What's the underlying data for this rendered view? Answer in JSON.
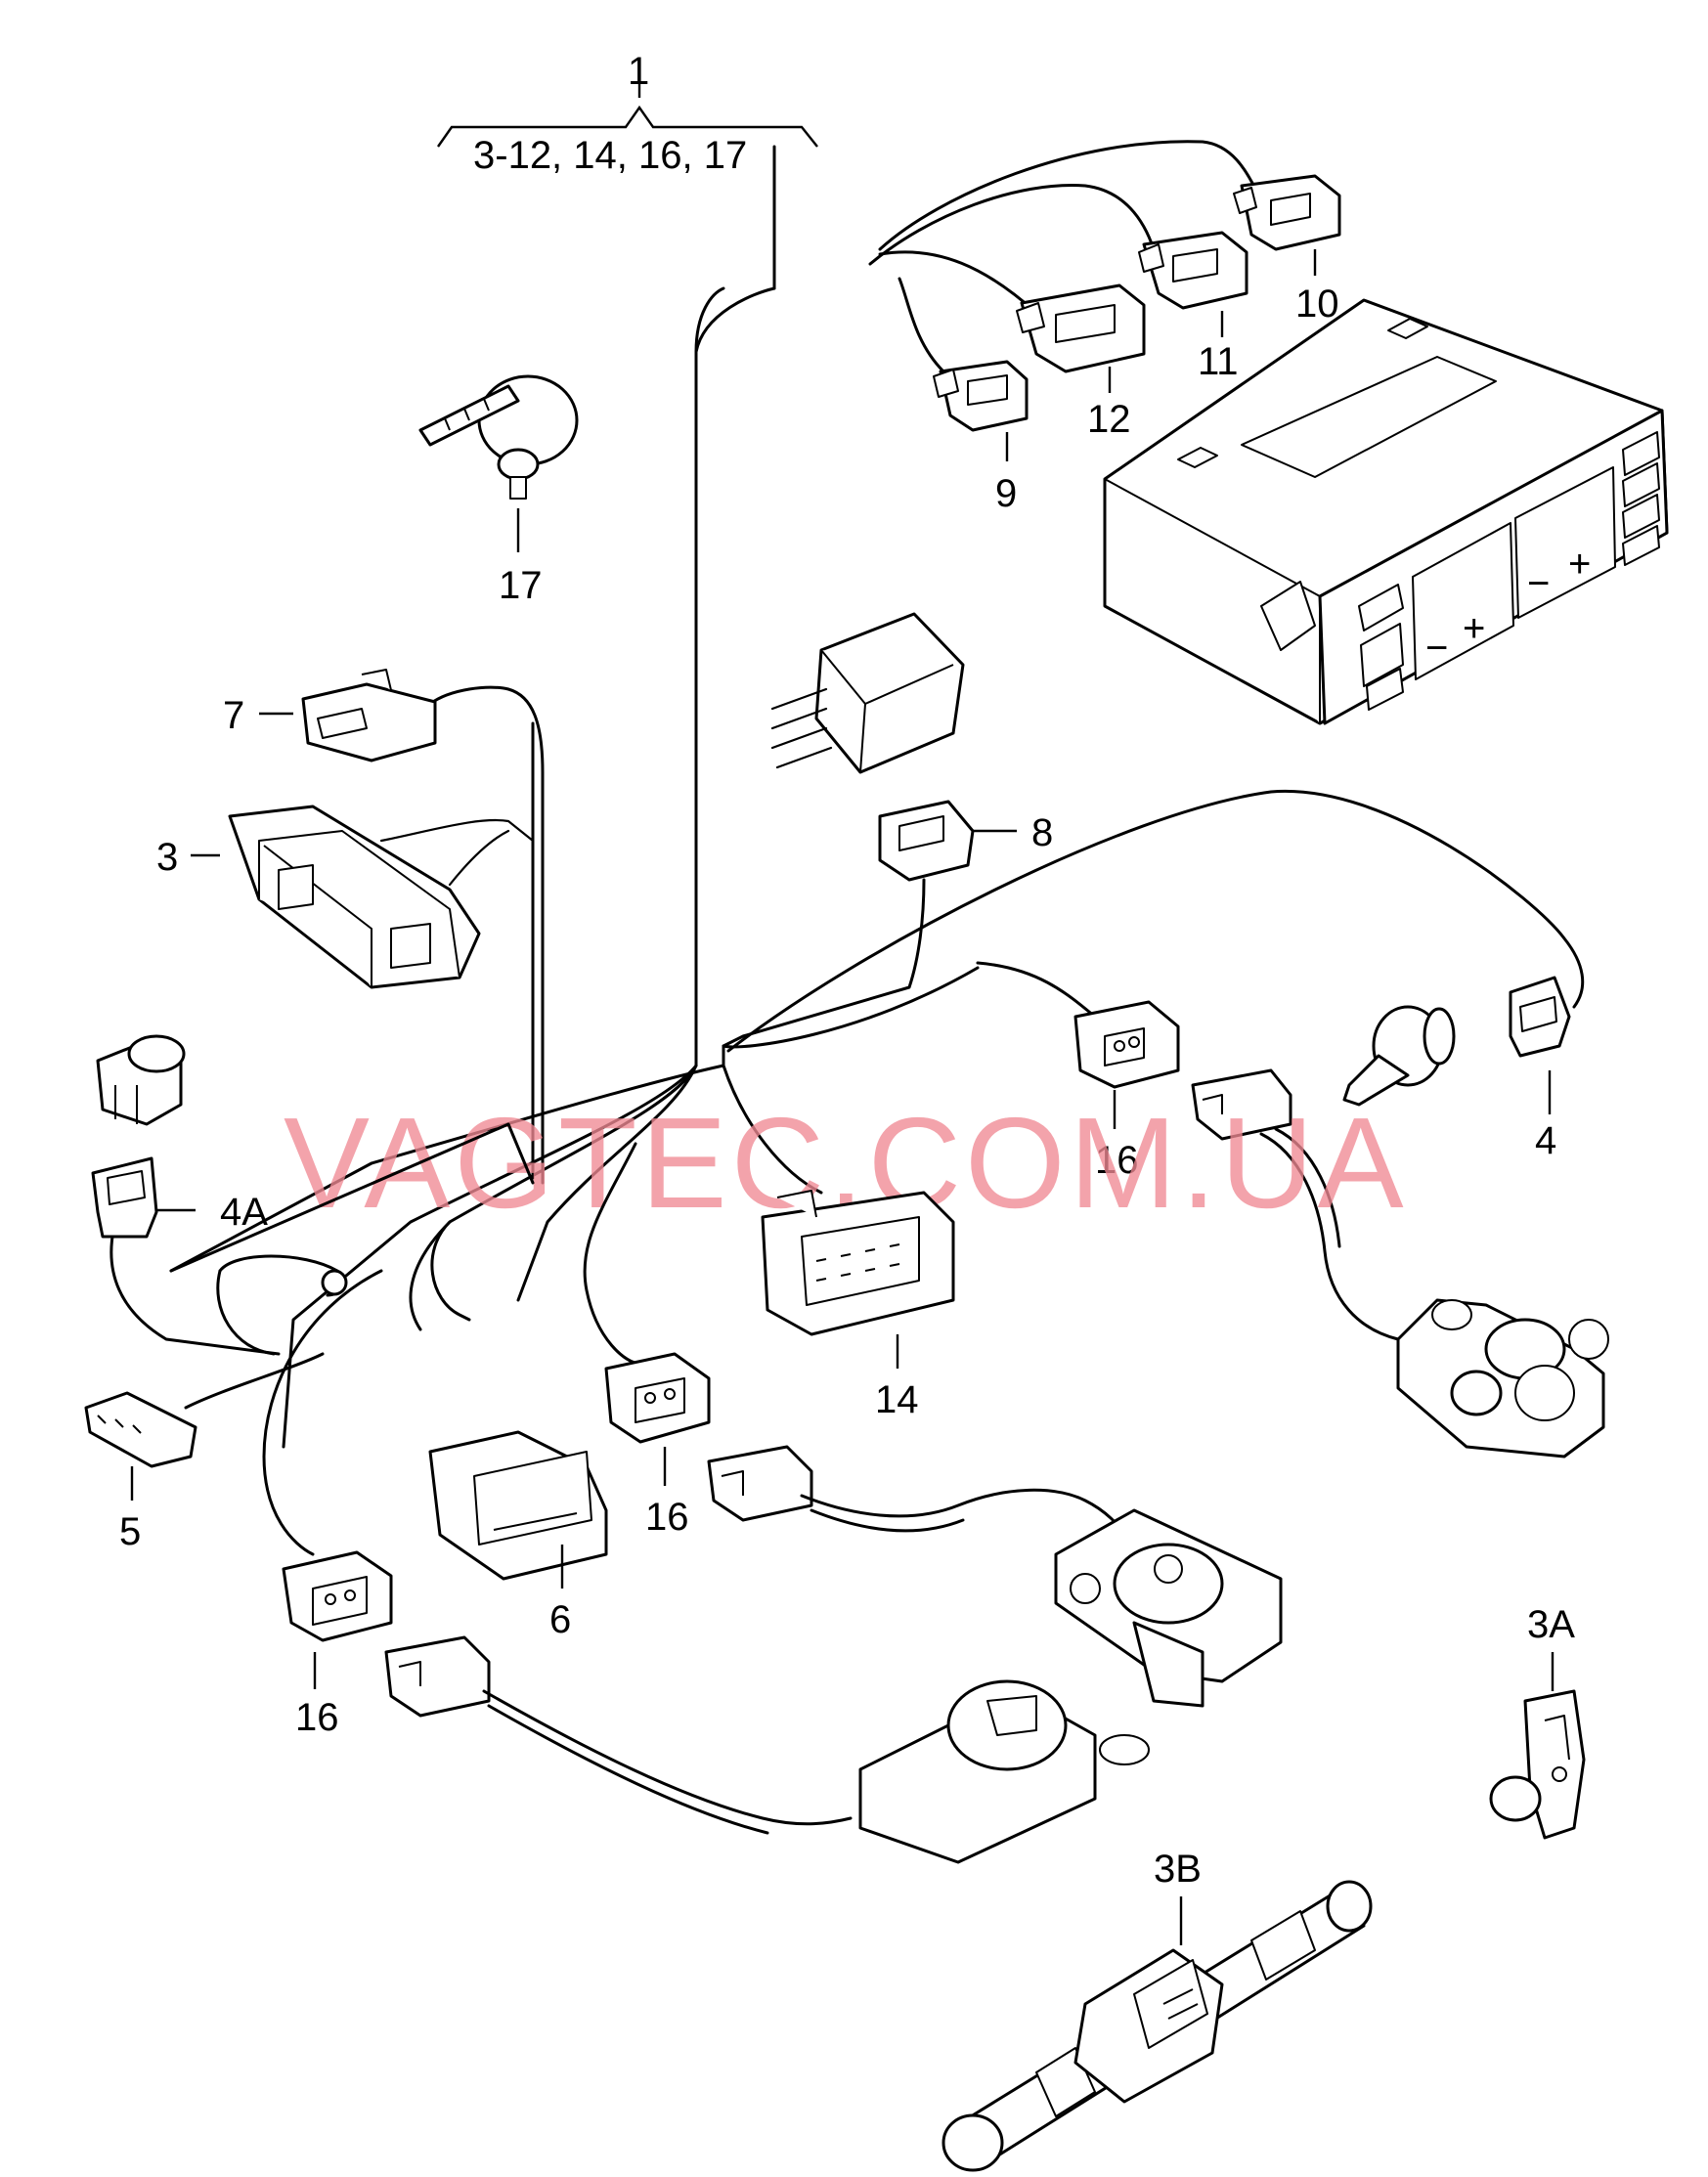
{
  "diagram": {
    "header_number": "1",
    "header_range": "3-12, 14, 16, 17",
    "watermark": "VAGTEC.COM.UA",
    "callouts": {
      "c10": "10",
      "c11": "11",
      "c12": "12",
      "c9": "9",
      "c17": "17",
      "c7": "7",
      "c3": "3",
      "c8": "8",
      "c4": "4",
      "c4a": "4A",
      "c16a": "16",
      "c14": "14",
      "c5": "5",
      "c16b": "16",
      "c6": "6",
      "c16c": "16",
      "c3a": "3A",
      "c3b": "3B"
    },
    "panel_buttons": {
      "minus_left": "−",
      "plus_left": "+",
      "minus_right": "−",
      "plus_right": "+"
    }
  }
}
